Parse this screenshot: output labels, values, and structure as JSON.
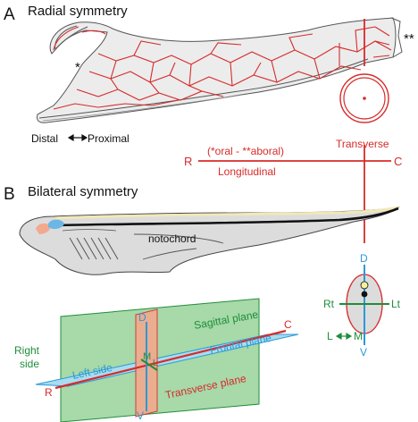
{
  "panel_a": {
    "letter": "A",
    "title": "Radial symmetry",
    "mark_single": "*",
    "mark_double": "**",
    "distal": "Distal",
    "proximal": "Proximal",
    "axis_note": "(*oral - **aboral)",
    "axis_r": "R",
    "axis_c": "C",
    "longitudinal": "Longitudinal",
    "transverse": "Transverse"
  },
  "panel_b": {
    "letter": "B",
    "title": "Bilateral symmetry",
    "notochord": "notochord",
    "d": "D",
    "v": "V",
    "rt": "Rt",
    "lt": "Lt",
    "l": "L",
    "m": "M",
    "plane_d": "D",
    "plane_v": "V",
    "plane_r": "R",
    "plane_c": "C",
    "plane_m": "M",
    "plane_l": "L",
    "right_side_1": "Right",
    "right_side_2": "side",
    "left_side": "Left side",
    "sagittal_plane": "Sagittal plane",
    "frontal_plane": "Frontal plane",
    "transverse_plane": "Transverse plane"
  },
  "colors": {
    "red": "#d62b2b",
    "green": "#1f8e3a",
    "blue": "#2a9ad6",
    "sagittal_fill": "#a7d9a9",
    "frontal_fill": "#a9dcef",
    "transverse_fill": "#f2a98e"
  }
}
